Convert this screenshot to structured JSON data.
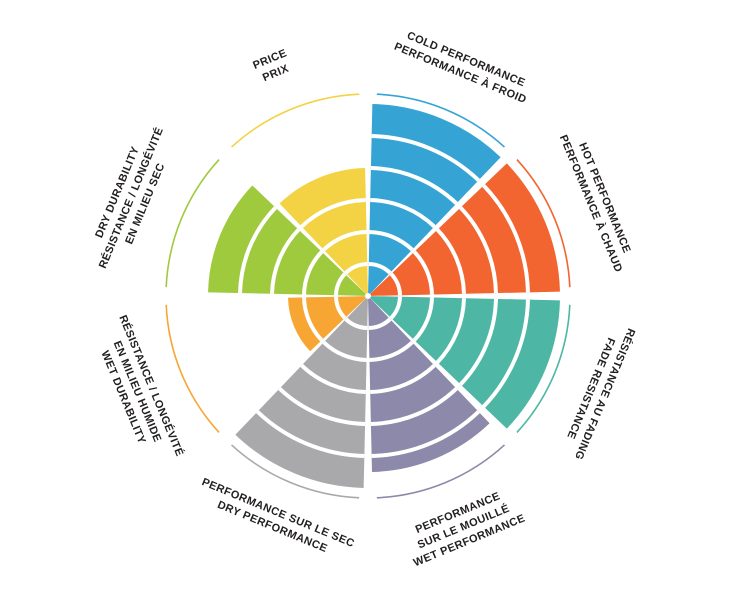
{
  "page": {
    "background_color": "#ffffff"
  },
  "chart_data": {
    "type": "bar",
    "subtype": "polar-rose-performance-wheel",
    "title": "",
    "legend": "none",
    "grid": "concentric-ring-dividers-white",
    "scale": {
      "min": 0,
      "max": 6,
      "ring_count": 6
    },
    "geometry_hints": {
      "direction": "clockwise",
      "start_angle_deg": 0,
      "sector_span_deg": 45,
      "outer_reference_arc": true
    },
    "text_color": "#231f20",
    "sectors": [
      {
        "id": "cold-performance",
        "lines": [
          "COLD PERFORMANCE",
          "PERFORMANCE À FROID"
        ],
        "value": 6,
        "color": "#35a4d5",
        "mid_angle_deg": 22.5,
        "label_rotation_deg": 22.5
      },
      {
        "id": "hot-performance",
        "lines": [
          "HOT PERFORMANCE",
          "PERFORMANCE À CHAUD"
        ],
        "value": 6,
        "color": "#f26430",
        "mid_angle_deg": 67.5,
        "label_rotation_deg": 67.5
      },
      {
        "id": "fade-resistance",
        "lines": [
          "RÉSISTANCE AU FADING",
          "FADE RESISTANCE"
        ],
        "value": 6,
        "color": "#4db6a4",
        "mid_angle_deg": 112.5,
        "label_rotation_deg": 112.5
      },
      {
        "id": "wet-performance",
        "lines": [
          "PERFORMANCE",
          "SUR LE MOUILLÉ",
          "WET PERFORMANCE"
        ],
        "value": 5.5,
        "color": "#8d89aa",
        "mid_angle_deg": 157.5,
        "label_rotation_deg": -22.5
      },
      {
        "id": "dry-performance",
        "lines": [
          "PERFORMANCE SUR LE SEC",
          "DRY PERFORMANCE"
        ],
        "value": 6,
        "color": "#a9a8ab",
        "mid_angle_deg": 202.5,
        "label_rotation_deg": 22.5
      },
      {
        "id": "wet-durability",
        "lines": [
          "RÉSISTANCE / LONGÉVITÉ",
          "EN MILIEU HUMIDE",
          "WET DURABILITY"
        ],
        "value": 2.5,
        "color": "#f7a633",
        "mid_angle_deg": 247.5,
        "label_rotation_deg": 67.5
      },
      {
        "id": "dry-durability",
        "lines": [
          "DRY DURABILITY",
          "RÉSISTANCE / LONGÉVITÉ",
          "EN MILIEU SEC"
        ],
        "value": 5,
        "color": "#a0ca3e",
        "mid_angle_deg": 292.5,
        "label_rotation_deg": -67.5
      },
      {
        "id": "price",
        "lines": [
          "PRICE",
          "PRIX"
        ],
        "value": 4,
        "color": "#f3d243",
        "mid_angle_deg": 337.5,
        "label_rotation_deg": -22.5
      }
    ]
  }
}
